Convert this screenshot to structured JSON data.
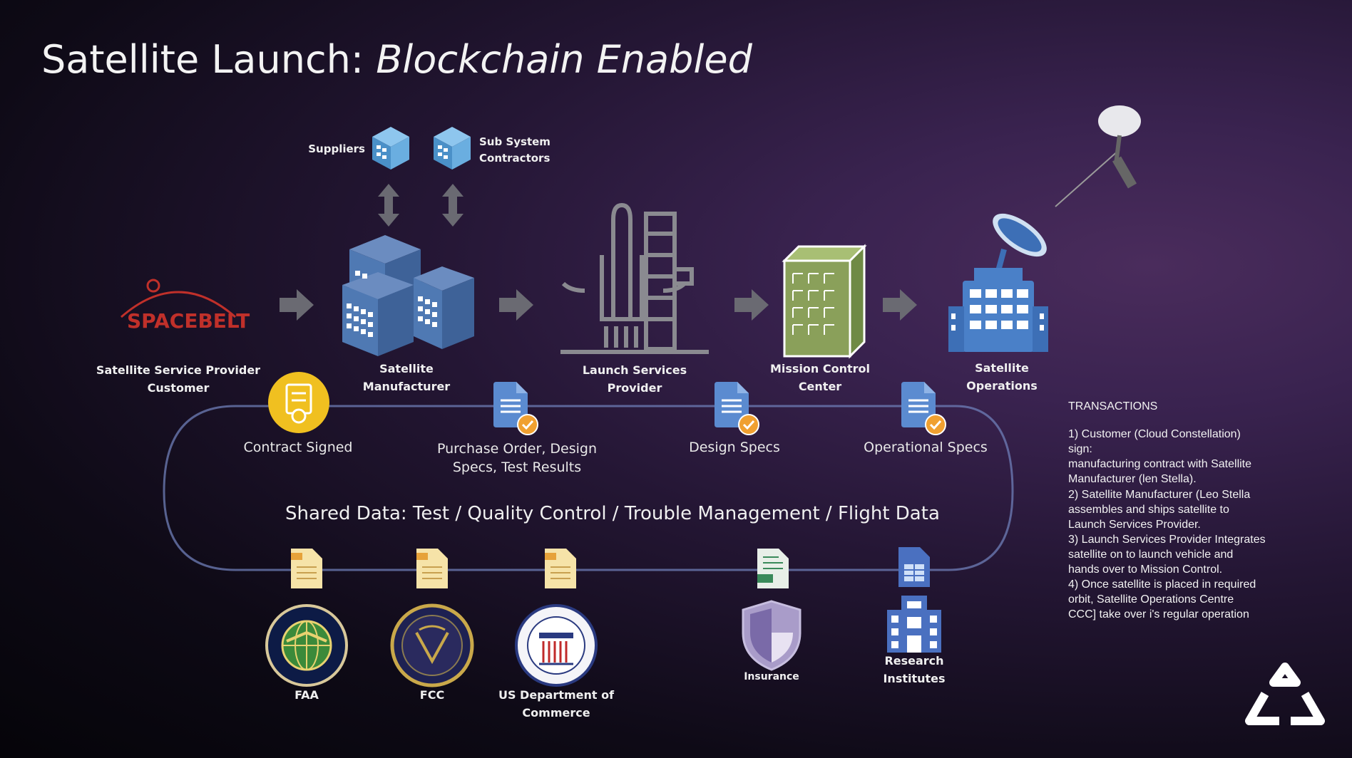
{
  "title": {
    "plain": "Satellite Launch: ",
    "italic": "Blockchain Enabled"
  },
  "logo_text": "SPACEBELT",
  "top_nodes": {
    "suppliers": "Suppliers",
    "subsystem": "Sub System Contractors"
  },
  "nodes": {
    "customer": "Satellite Service Provider Customer",
    "manufacturer": "Satellite Manufacturer",
    "launch": "Launch Services Provider",
    "mission": "Mission Control Center",
    "operations": "Satellite Operations"
  },
  "documents": {
    "contract": "Contract Signed",
    "po": "Purchase Order, Design Specs, Test Results",
    "design": "Design Specs",
    "operational": "Operational Specs"
  },
  "shared_data": "Shared Data: Test / Quality Control / Trouble Management / Flight Data",
  "bottom_nodes": {
    "faa": "FAA",
    "fcc": "FCC",
    "commerce": "US Department of Commerce",
    "insurance": "Insurance",
    "research": "Research Institutes"
  },
  "transactions": {
    "heading": "TRANSACTIONS",
    "lines": [
      "1) Customer (Cloud Constellation)",
      "sign:",
      "manufacturing contract with Satellite",
      "Manufacturer (len Stella).",
      "2) Satellite Manufacturer (Leo Stella",
      "assembles and ships satellite to",
      "Launch Services Provider.",
      "3) Launch Services Provider Integrates",
      "satellite on to launch vehicle and",
      "hands over to Mission Control.",
      "4) Once satellite is placed in required",
      "orbit, Satellite Operations Centre",
      "CCC] take over i's regular operation"
    ]
  },
  "colors": {
    "building_blue": "#4f79b3",
    "mission_green": "#8aa05a",
    "cube_blue": "#6aaee0",
    "badge_yellow": "#f0c020",
    "check_orange": "#f0a030",
    "doc_blue": "#5b8bd0",
    "shield_purple": "#a99cc9"
  }
}
